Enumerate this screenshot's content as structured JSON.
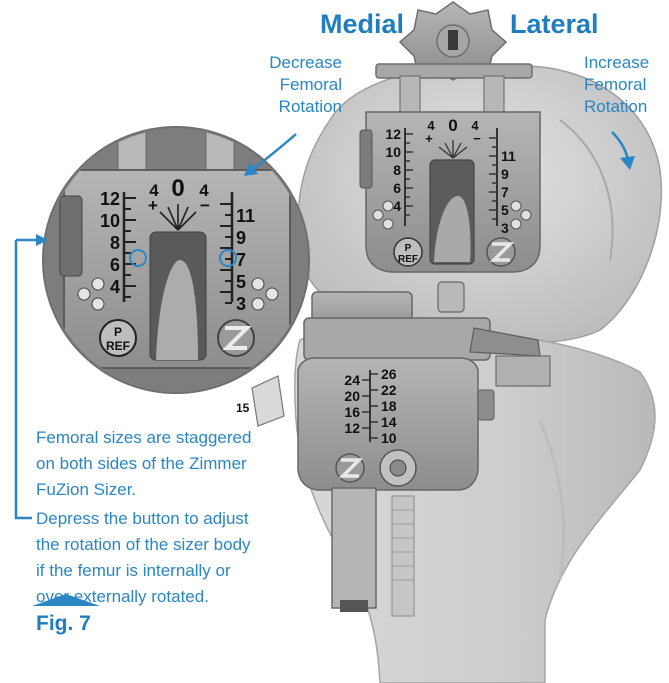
{
  "headings": {
    "medial": "Medial",
    "lateral": "Lateral"
  },
  "left_callout": {
    "line1": "Decrease",
    "line2": "Femoral",
    "line3": "Rotation"
  },
  "right_callout": {
    "line1": "Increase",
    "line2": "Femoral",
    "line3": "Rotation"
  },
  "main_scale": {
    "center": "0",
    "left_four": "4",
    "right_four": "4",
    "plus": "+",
    "minus": "−",
    "left": [
      "12",
      "10",
      "8",
      "6",
      "4"
    ],
    "right": [
      "11",
      "9",
      "7",
      "5",
      "3"
    ],
    "p_ref": {
      "p": "P",
      "ref": "REF"
    }
  },
  "zoom_scale": {
    "center": "0",
    "left_four": "4",
    "right_four": "4",
    "plus": "+",
    "minus": "−",
    "left": [
      "12",
      "10",
      "8",
      "6",
      "4"
    ],
    "right": [
      "11",
      "9",
      "7",
      "5",
      "3"
    ],
    "p_ref": {
      "p": "P",
      "ref": "REF"
    }
  },
  "tibial_scale": {
    "left": [
      "24",
      "20",
      "16",
      "12"
    ],
    "right": [
      "26",
      "22",
      "18",
      "14",
      "10"
    ],
    "side": "15"
  },
  "notes": {
    "stagger": [
      "Femoral sizes are staggered",
      "on both sides of the Zimmer",
      "FuZion Sizer."
    ],
    "button": [
      "Depress the button to adjust",
      "the rotation of the sizer body",
      "if the femur is internally or",
      "over externally rotated."
    ]
  },
  "figure_label": "Fig. 7",
  "colors": {
    "accent": "#1f7dc0",
    "text_blue": "#2a86c4",
    "bone": "#cfcfcf",
    "metal": "#9a9a9a"
  }
}
